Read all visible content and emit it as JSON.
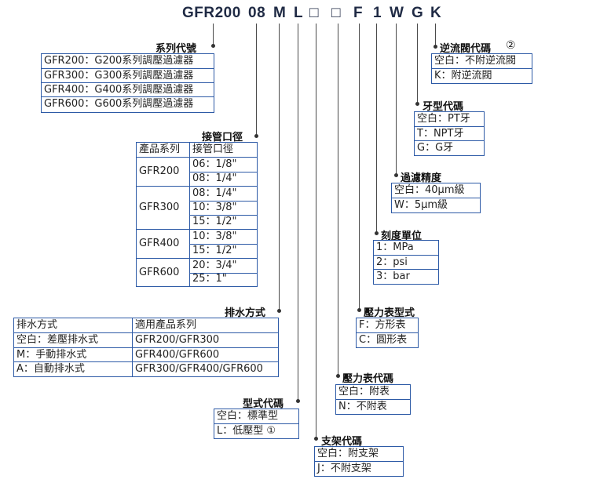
{
  "code": {
    "model": "GFR200",
    "port": "08",
    "m": "M",
    "l": "L",
    "box1": "□",
    "box2": "□",
    "f": "F",
    "one": "1",
    "w": "W",
    "g": "G",
    "k": "K"
  },
  "series": {
    "title": "系列代號",
    "rows": [
      "GFR200：G200系列調壓過濾器",
      "GFR300：G300系列調壓過濾器",
      "GFR400：G400系列調壓過濾器",
      "GFR600：G600系列調壓過濾器"
    ]
  },
  "check_valve": {
    "title": "逆流閥代碼",
    "note": "②",
    "rows": [
      "空白：不附逆流閥",
      "K：附逆流閥"
    ]
  },
  "thread": {
    "title": "牙型代碼",
    "rows": [
      "空白：PT牙",
      "T：NPT牙",
      "G：G牙"
    ]
  },
  "port_size": {
    "title": "接管口徑",
    "header_series": "產品系列",
    "header_size": "接管口徑",
    "groups": [
      {
        "series": "GFR200",
        "sizes": [
          "06：1/8\"",
          "08：1/4\""
        ]
      },
      {
        "series": "GFR300",
        "sizes": [
          "08：1/4\"",
          "10：3/8\"",
          "15：1/2\""
        ]
      },
      {
        "series": "GFR400",
        "sizes": [
          "10：3/8\"",
          "15：1/2\""
        ]
      },
      {
        "series": "GFR600",
        "sizes": [
          "20：3/4\"",
          "25：1\""
        ]
      }
    ]
  },
  "filter": {
    "title": "過濾精度",
    "rows": [
      "空白：40μm級",
      "W：5μm級"
    ]
  },
  "scale": {
    "title": "刻度單位",
    "rows": [
      "1：MPa",
      "2：psi",
      "3：bar"
    ]
  },
  "drain": {
    "title": "排水方式",
    "header_type": "排水方式",
    "header_series": "適用產品系列",
    "rows": [
      {
        "type": "空白：差壓排水式",
        "series": "GFR200/GFR300"
      },
      {
        "type": "M：手動排水式",
        "series": "GFR400/GFR600"
      },
      {
        "type": "A：自動排水式",
        "series": "GFR300/GFR400/GFR600"
      }
    ]
  },
  "gauge_type": {
    "title": "壓力表型式",
    "rows": [
      "F：方形表",
      "C：圓形表"
    ]
  },
  "gauge_code": {
    "title": "壓力表代碼",
    "rows": [
      "空白：附表",
      "N：不附表"
    ]
  },
  "model_type": {
    "title": "型式代碼",
    "rows": [
      "空白：標準型",
      "L：低壓型 ①"
    ]
  },
  "bracket": {
    "title": "支架代碼",
    "rows": [
      "空白：附支架",
      "J：不附支架"
    ]
  }
}
